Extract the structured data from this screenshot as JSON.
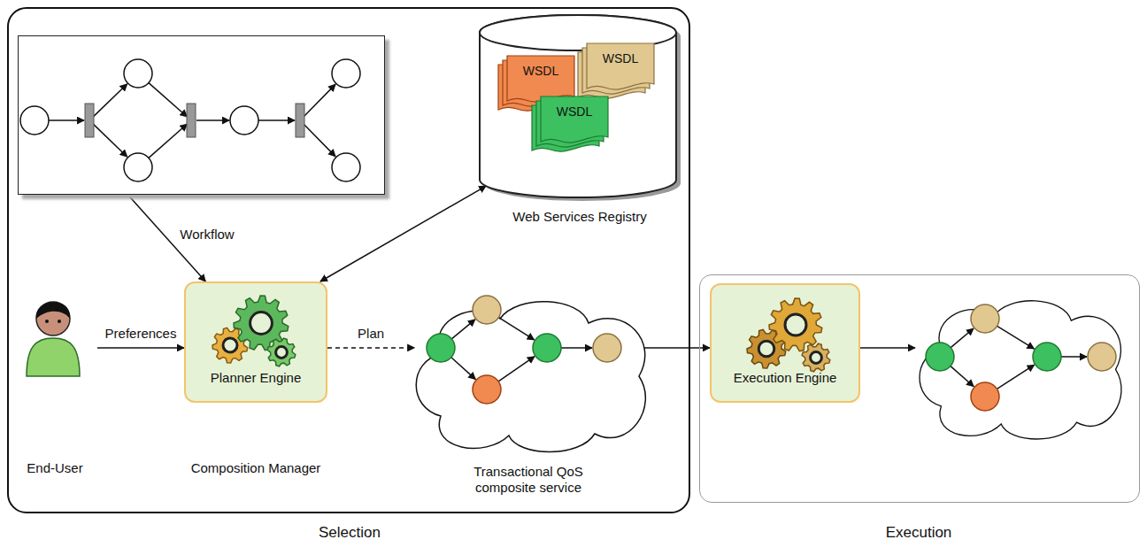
{
  "diagram": {
    "nodes": [
      {
        "text": [
          "Selection"
        ]
      },
      {
        "text": [
          "Workflow"
        ],
        "in": 0
      },
      {
        "text": [
          "Web Services Registry"
        ],
        "in": 0
      },
      {
        "text": [
          "WSDL"
        ],
        "in": 2
      },
      {
        "text": [
          "WSDL"
        ],
        "in": 2
      },
      {
        "text": [
          "WSDL"
        ],
        "in": 2
      },
      {
        "text": [
          "End-User"
        ],
        "in": 0
      },
      {
        "text": [
          "Planner Engine",
          "Composition Manager"
        ],
        "in": 0
      },
      {
        "text": [
          "Transactional QoS composite service"
        ],
        "in": 0
      },
      {
        "text": [
          "Execution"
        ]
      },
      {
        "text": [
          "Execution Engine"
        ],
        "in": 9
      }
    ],
    "edges": [
      {
        "from": 1,
        "to": 7,
        "arrow": "to"
      },
      {
        "from": 6,
        "to": 7,
        "label": "Preferences",
        "arrow": "to"
      },
      {
        "from": 7,
        "to": 2,
        "arrow": "both"
      },
      {
        "from": 7,
        "to": 8,
        "label": "Plan",
        "arrow": "to"
      },
      {
        "from": 8,
        "to": 10,
        "arrow": "to"
      }
    ]
  }
}
